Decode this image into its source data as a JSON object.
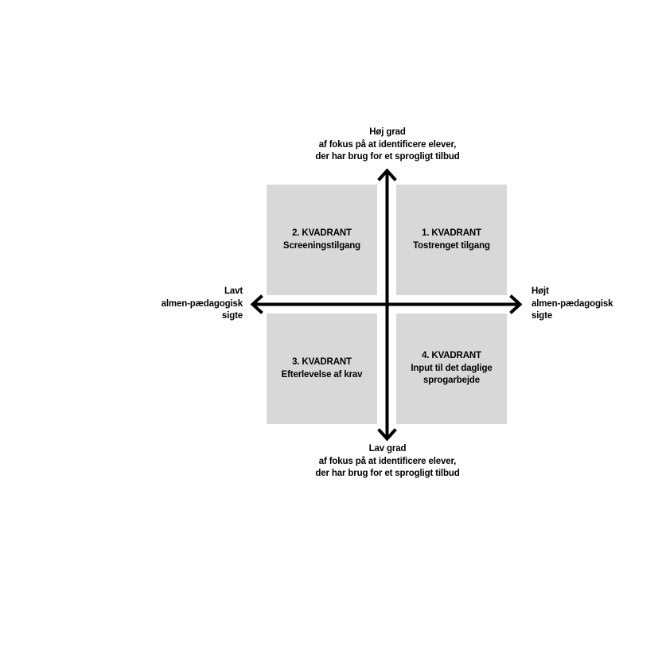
{
  "diagram": {
    "axis_labels": {
      "top": {
        "lines": [
          "Høj grad",
          "af fokus på at identificere elever,",
          "der har brug for et sprogligt tilbud"
        ]
      },
      "bottom": {
        "lines": [
          "Lav grad",
          "af fokus på at identificere elever,",
          "der har brug for et sprogligt tilbud"
        ]
      },
      "left": {
        "lines": [
          "Lavt",
          "almen-pædagogisk",
          "sigte"
        ]
      },
      "right": {
        "lines": [
          "Højt",
          "almen-pædagogisk",
          "sigte"
        ]
      }
    },
    "quadrants": [
      {
        "position": "top-right",
        "title": "1. KVADRANT",
        "subtitle": "Tostrenget tilgang"
      },
      {
        "position": "top-left",
        "title": "2. KVADRANT",
        "subtitle": "Screeningstilgang"
      },
      {
        "position": "bottom-left",
        "title": "3. KVADRANT",
        "subtitle": "Efterlevelse af krav"
      },
      {
        "position": "bottom-right",
        "title": "4. KVADRANT",
        "subtitle": "Input til det daglige sprogarbejde"
      }
    ],
    "colors": {
      "quadrant_fill": "#d8d8d8",
      "axis": "#000000",
      "text": "#000000",
      "background": "#ffffff"
    }
  }
}
